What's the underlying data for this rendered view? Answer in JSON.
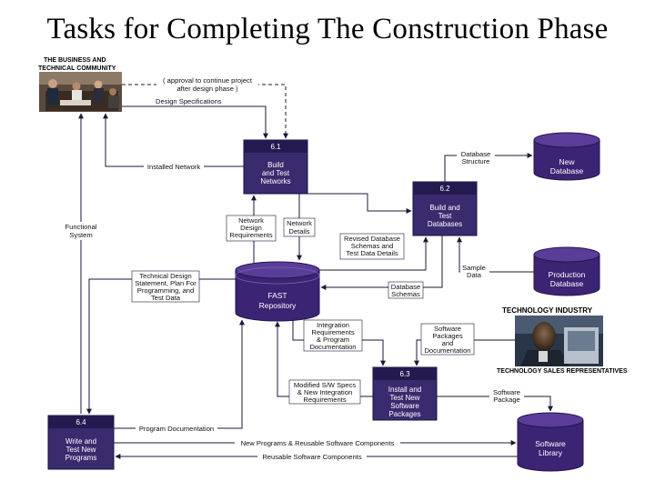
{
  "title": "Tasks for Completing  The Construction Phase",
  "external_entities": {
    "business": [
      "THE BUSINESS AND",
      "TECHNICAL COMMUNITY"
    ],
    "industry": "TECHNOLOGY INDUSTRY",
    "sales_reps": "TECHNOLOGY SALES REPRESENTATIVES"
  },
  "processes": {
    "p61": {
      "id": "6.1",
      "lines": [
        "Build",
        "and Test",
        "Networks"
      ]
    },
    "p62": {
      "id": "6.2",
      "lines": [
        "Build and",
        "Test",
        "Databases"
      ]
    },
    "p63": {
      "id": "6.3",
      "lines": [
        "Install and",
        "Test New",
        "Software",
        "Packages"
      ]
    },
    "p64": {
      "id": "6.4",
      "lines": [
        "Write and",
        "Test New",
        "Programs"
      ]
    }
  },
  "datastores": {
    "new_db": [
      "New",
      "Database"
    ],
    "prod_db": [
      "Production",
      "Database"
    ],
    "repo": [
      "FAST",
      "Repository"
    ],
    "sw_lib": [
      "Software",
      "Library"
    ]
  },
  "flows": {
    "approval": [
      "( approval to continue project",
      "after design phase )"
    ],
    "design_specs": "Design Specifications",
    "installed_network": "Installed Network",
    "functional_system": [
      "Functional",
      "System"
    ],
    "network_design": [
      "Network",
      "Design",
      "Requirements"
    ],
    "network_details": [
      "Network",
      "Details"
    ],
    "database_structure": [
      "Database",
      "Structure"
    ],
    "revised_db": [
      "Revised Database",
      "Schemas and",
      "Test Data Details"
    ],
    "sample_data": [
      "Sample",
      "Data"
    ],
    "database_schemas": [
      "Database",
      "Schemas"
    ],
    "tech_design": [
      "Technical Design",
      "Statement, Plan For",
      "Programming, and",
      "Test Data"
    ],
    "integration_req": [
      "Integration",
      "Requirements",
      "& Program",
      "Documentation"
    ],
    "sw_packages_doc": [
      "Software",
      "Packages",
      "and",
      "Documentation"
    ],
    "modified_sw": [
      "Modified S/W Specs",
      "& New Integration",
      "Requirements"
    ],
    "software_package": [
      "Software",
      "Package"
    ],
    "program_doc": "Program Documentation",
    "new_programs": "New Programs & Reusable Software Components",
    "reusable": "Reusable Software Components"
  },
  "colors": {
    "process_fill": "#3a2a6e",
    "process_header": "#241a4f",
    "datastore_fill": "#3b2473",
    "line": "#1a1a3a"
  }
}
